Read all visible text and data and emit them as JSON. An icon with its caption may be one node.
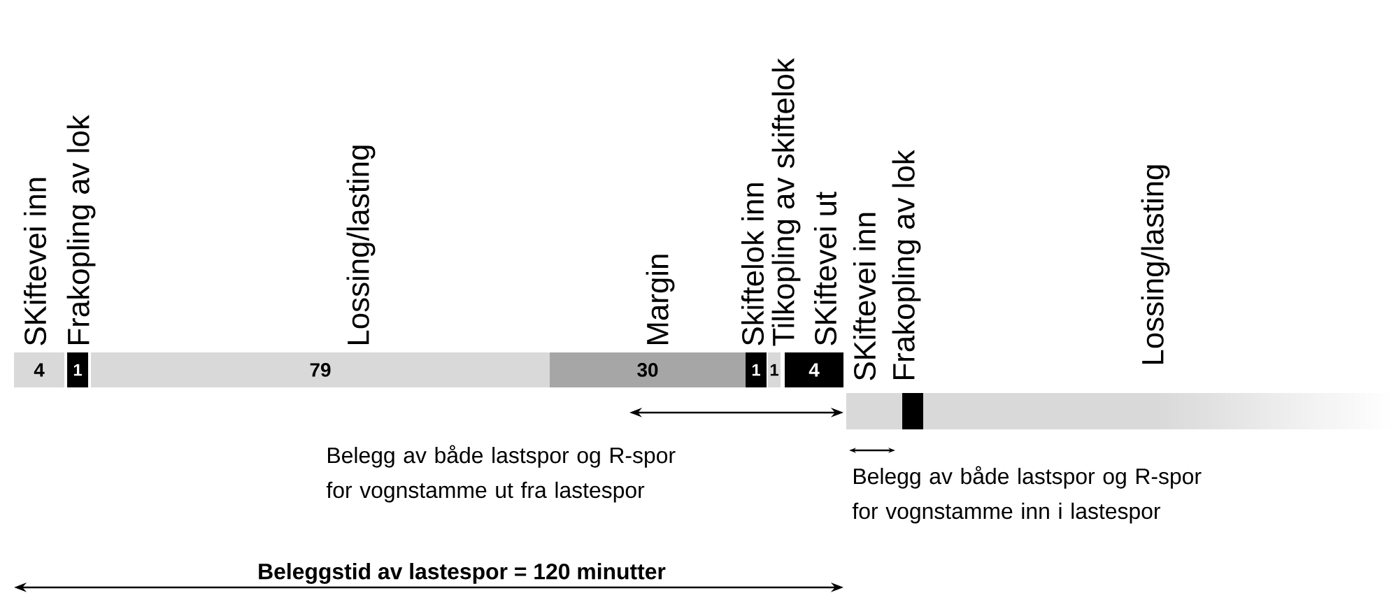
{
  "diagram": {
    "nodes": [
      {
        "text": [
          "4"
        ],
        "beside": [
          "SKiftevei inn"
        ]
      },
      {
        "text": [
          "1"
        ],
        "beside": [
          "Frakopling av lok"
        ]
      },
      {
        "text": [
          "79"
        ],
        "beside": [
          "Lossing/lasting"
        ]
      },
      {
        "text": [
          "30"
        ],
        "beside": [
          "Margin"
        ]
      },
      {
        "text": [
          "1"
        ],
        "beside": [
          "Skiftelok inn"
        ]
      },
      {
        "text": [
          "1"
        ],
        "beside": [
          "Tilkopling av skiftelok"
        ]
      },
      {
        "text": [
          "4"
        ],
        "beside": [
          "SKiftevei ut"
        ]
      },
      {
        "text": [],
        "shape": "bar",
        "beside": [
          "SKiftevei inn"
        ]
      },
      {
        "text": [],
        "shape": "bar",
        "beside": [
          "Frakopling av lok"
        ]
      },
      {
        "text": [],
        "shape": "bar",
        "beside": [
          "Lossing/lasting"
        ]
      }
    ],
    "labels": [
      "Belegg av både lastspor og R-spor for vognstamme ut fra lastespor",
      "Belegg av både lastspor og R-spor for vognstamme inn i lastespor",
      "Beleggstid av lastespor = 120 minutter"
    ]
  }
}
